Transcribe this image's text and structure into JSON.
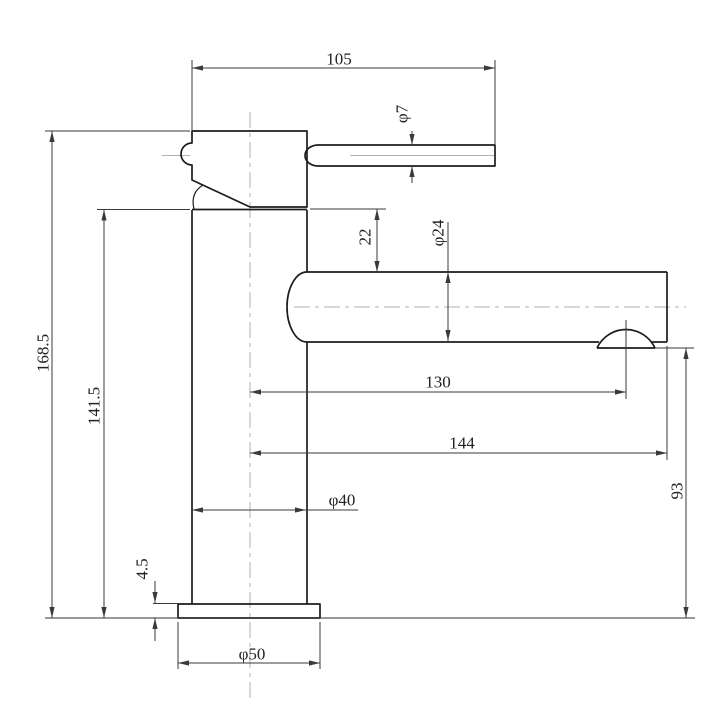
{
  "drawing": {
    "type": "technical-dimension-drawing",
    "subject": "single-lever basin mixer faucet, side elevation",
    "dimensions": {
      "handle_overall_length": "105",
      "lever_diameter": "φ7",
      "spout_top_offset": "22",
      "spout_diameter": "φ24",
      "total_height": "168.5",
      "body_height": "141.5",
      "base_plate_thickness": "4.5",
      "spout_center_reach": "130",
      "overall_reach": "144",
      "outlet_clearance_height": "93",
      "body_diameter": "φ40",
      "base_diameter": "φ50"
    },
    "colors": {
      "outline": "#1c1c1c",
      "dimension_lines": "#3a3a3a",
      "centerlines": "#b0b0b0",
      "background": "#ffffff"
    }
  }
}
